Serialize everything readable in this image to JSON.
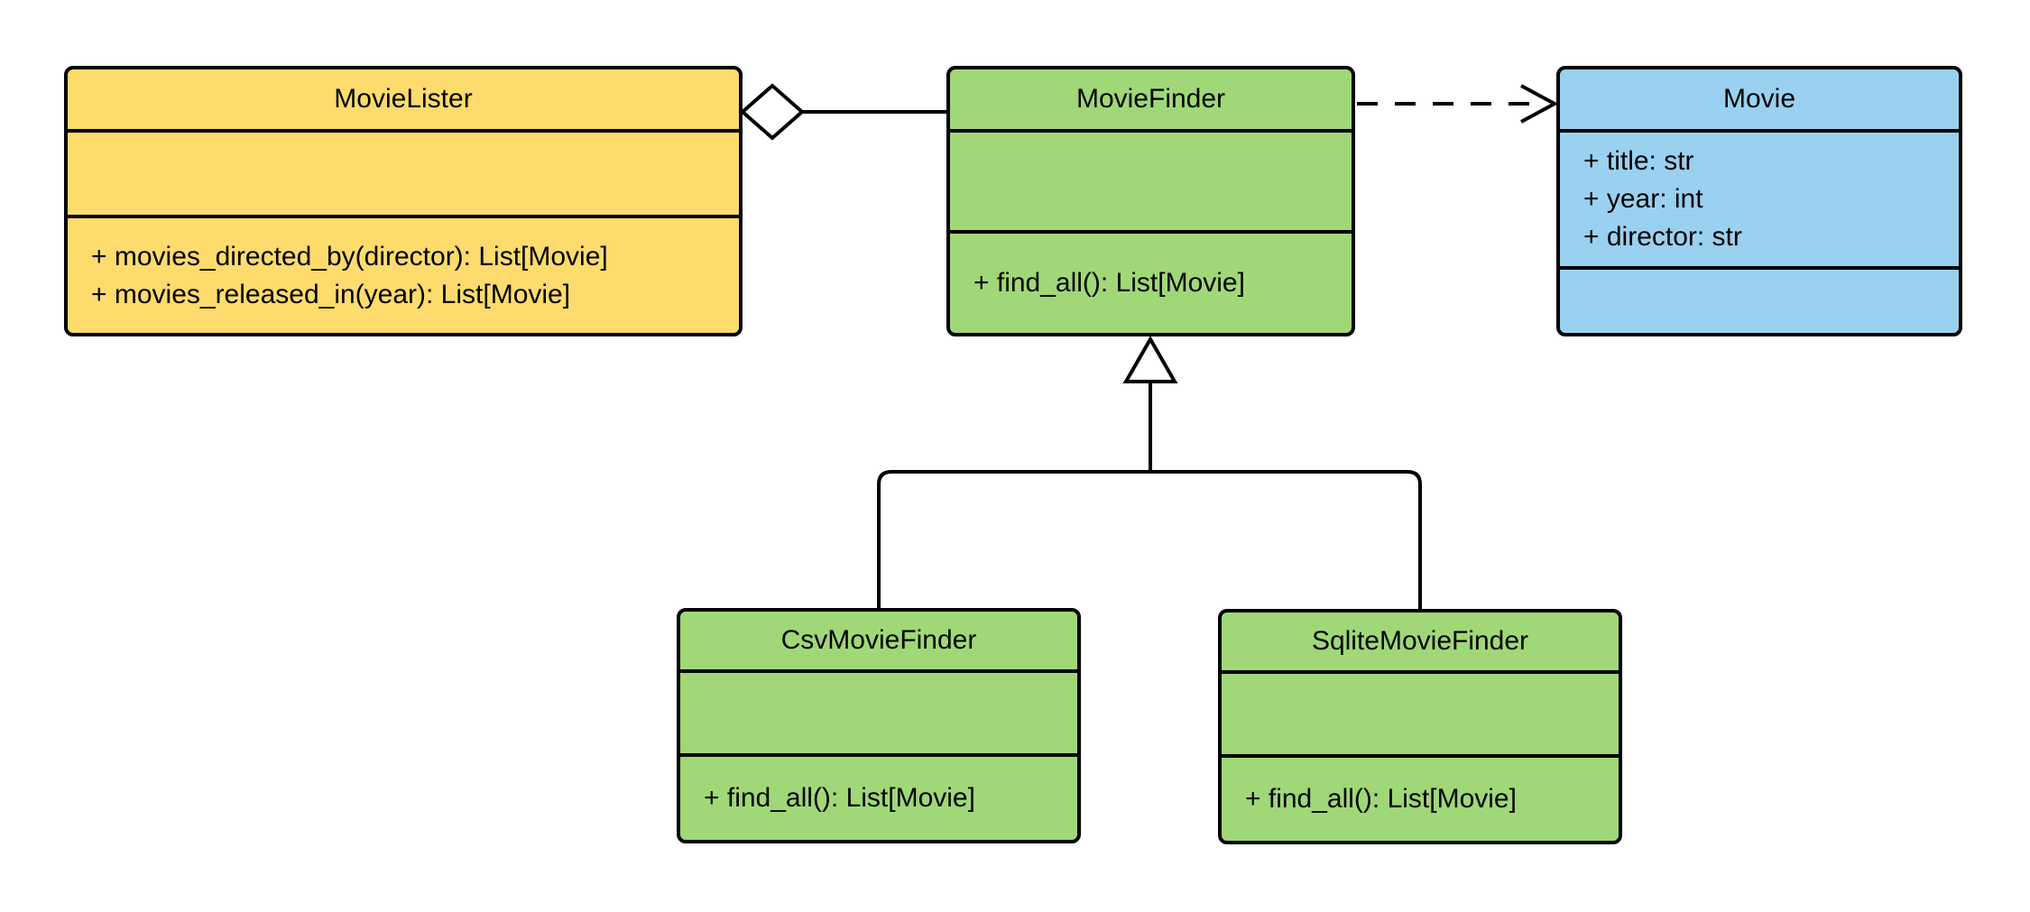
{
  "diagram": {
    "type": "uml-class-diagram",
    "background": "#FFFFFF",
    "stroke_color": "#000000",
    "classes": [
      {
        "name": "MovieLister",
        "fill": "#FDDB6D",
        "attributes": [],
        "methods": [
          "+ movies_directed_by(director): List[Movie]",
          "+ movies_released_in(year): List[Movie]"
        ]
      },
      {
        "name": "MovieFinder",
        "fill": "#A0D878",
        "attributes": [],
        "methods": [
          "+ find_all(): List[Movie]"
        ]
      },
      {
        "name": "Movie",
        "fill": "#9AD1F0",
        "attributes": [
          "+ title: str",
          "+ year: int",
          "+ director: str"
        ],
        "methods": []
      },
      {
        "name": "CsvMovieFinder",
        "fill": "#A0D878",
        "attributes": [],
        "methods": [
          "+ find_all(): List[Movie]"
        ]
      },
      {
        "name": "SqliteMovieFinder",
        "fill": "#A0D878",
        "attributes": [],
        "methods": [
          "+ find_all(): List[Movie]"
        ]
      }
    ],
    "relationships": [
      {
        "type": "aggregation",
        "whole": "MovieLister",
        "part": "MovieFinder",
        "marker": "hollow-diamond",
        "line": "solid"
      },
      {
        "type": "dependency",
        "from": "MovieFinder",
        "to": "Movie",
        "marker": "open-arrow",
        "line": "dashed"
      },
      {
        "type": "inheritance",
        "child": "CsvMovieFinder",
        "parent": "MovieFinder",
        "marker": "hollow-triangle",
        "line": "solid"
      },
      {
        "type": "inheritance",
        "child": "SqliteMovieFinder",
        "parent": "MovieFinder",
        "marker": "hollow-triangle",
        "line": "solid"
      }
    ]
  }
}
